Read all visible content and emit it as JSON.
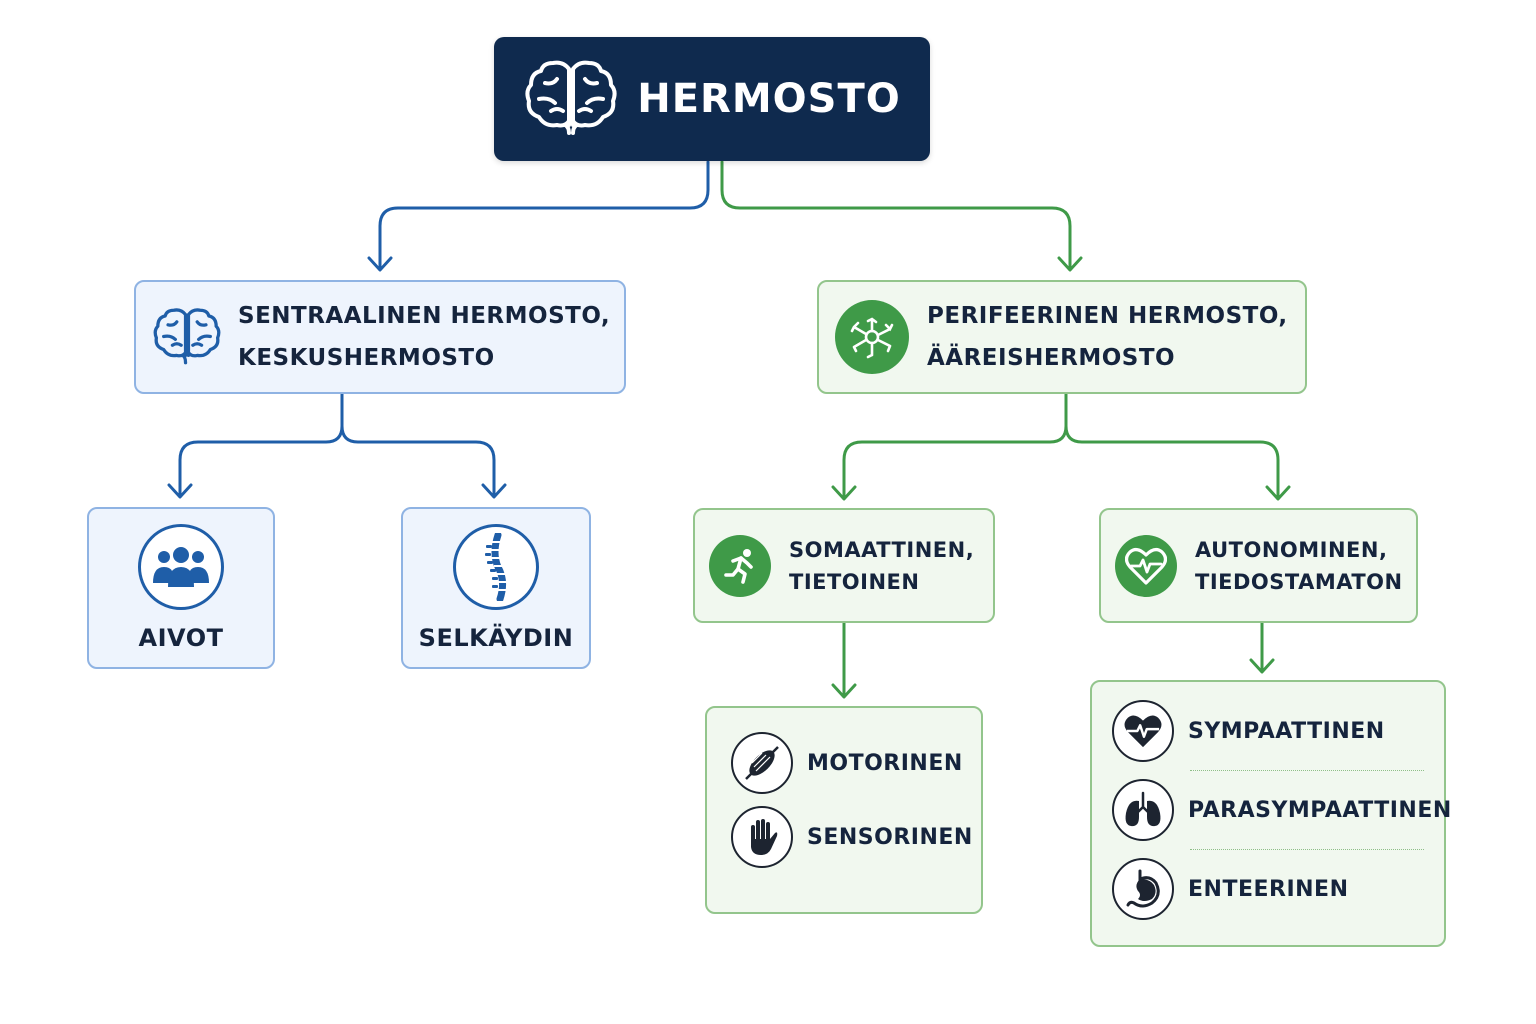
{
  "root": {
    "title": "HERMOSTO",
    "icon": "brain-icon"
  },
  "cns": {
    "line1": "SENTRAALINEN HERMOSTO,",
    "line2": "KESKUSHERMOSTO",
    "icon": "brain-icon"
  },
  "pns": {
    "line1": "PERIFEERINEN HERMOSTO,",
    "line2": "ÄÄREISHERMOSTO",
    "icon": "neuron-icon"
  },
  "cns_children": [
    {
      "label": "AIVOT",
      "icon": "people-icon"
    },
    {
      "label": "SELKÄYDIN",
      "icon": "spine-icon"
    }
  ],
  "somatic": {
    "line1": "SOMAATTINEN,",
    "line2": "TIETOINEN",
    "icon": "running-person-icon"
  },
  "autonomic": {
    "line1": "AUTONOMINEN,",
    "line2": "TIEDOSTAMATON",
    "icon": "heartbeat-icon"
  },
  "somatic_children": [
    {
      "label": "MOTORINEN",
      "icon": "muscle-icon"
    },
    {
      "label": "SENSORINEN",
      "icon": "hand-icon"
    }
  ],
  "autonomic_children": [
    {
      "label": "SYMPAATTINEN",
      "icon": "heart-pulse-icon"
    },
    {
      "label": "PARASYMPAATTINEN",
      "icon": "lungs-icon"
    },
    {
      "label": "ENTEERINEN",
      "icon": "stomach-icon"
    }
  ],
  "colors": {
    "navy": "#0f2a4e",
    "blue": "#1f5ea8",
    "green": "#3f9a48"
  }
}
